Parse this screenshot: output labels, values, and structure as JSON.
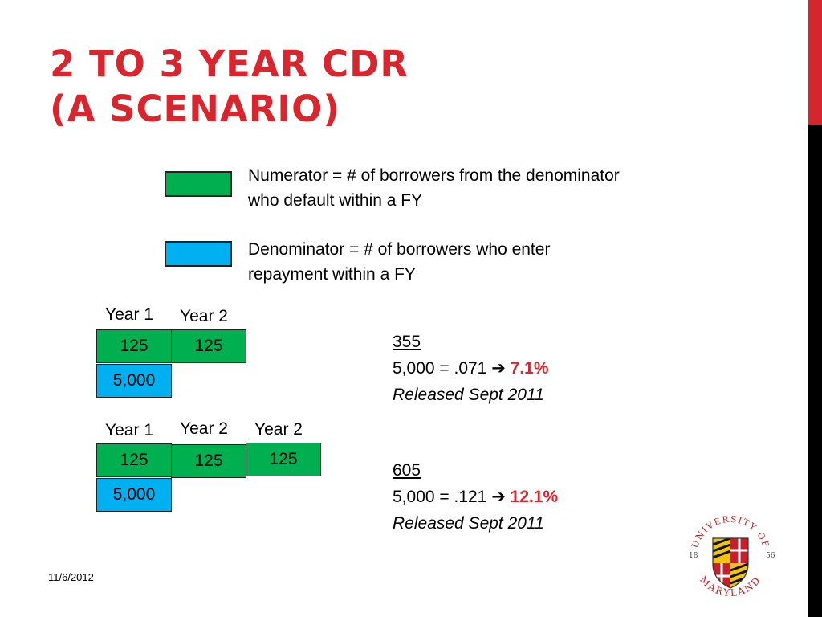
{
  "slide": {
    "title_line1": "2 to 3 Year CDR",
    "title_line2": "(A Scenario)",
    "legend": {
      "numerator": "Numerator = # of borrowers from the denominator who default within a FY",
      "denominator": "Denominator = # of borrowers who enter repayment within a FY"
    },
    "scenario1": {
      "year_labels": [
        "Year 1",
        "Year 2"
      ],
      "numerators": [
        "125",
        "125"
      ],
      "denominator": "5,000",
      "calc": {
        "numerator": "355",
        "expression": "5,000 = .071",
        "arrow": "➔",
        "result": "7.1%",
        "note": "Released Sept 2011"
      }
    },
    "scenario2": {
      "year_labels": [
        "Year 1",
        "Year 2",
        "Year 2"
      ],
      "numerators": [
        "125",
        "125",
        "125"
      ],
      "denominator": "5,000",
      "calc": {
        "numerator": "605",
        "expression": "5,000 = .121",
        "arrow": "➔",
        "result": "12.1%",
        "note": "Released Sept 2011"
      }
    },
    "footer_date": "11/6/2012",
    "logo": {
      "top_text": "UNIVERSITY OF",
      "bottom_text": "MARYLAND",
      "year_left": "18",
      "year_right": "56"
    }
  }
}
